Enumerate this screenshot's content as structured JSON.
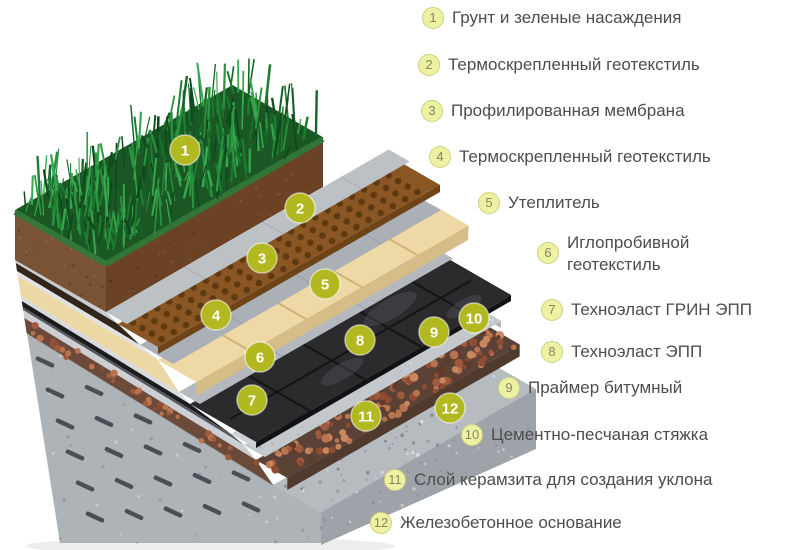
{
  "legend": {
    "items": [
      {
        "number": "1",
        "label": "Грунт и зеленые насаждения"
      },
      {
        "number": "2",
        "label": "Термоскрепленный геотекстиль"
      },
      {
        "number": "3",
        "label": "Профилированная мембрана"
      },
      {
        "number": "4",
        "label": "Термоскрепленный геотекстиль"
      },
      {
        "number": "5",
        "label": "Утеплитель"
      },
      {
        "number": "6",
        "label": "Иглопробивной геотекстиль"
      },
      {
        "number": "7",
        "label": "Техноэласт ГРИН ЭПП"
      },
      {
        "number": "8",
        "label": "Техноэласт ЭПП"
      },
      {
        "number": "9",
        "label": "Праймер битумный"
      },
      {
        "number": "10",
        "label": "Цементно-песчаная стяжка"
      },
      {
        "number": "11",
        "label": "Слой керамзита для создания уклона"
      },
      {
        "number": "12",
        "label": "Железобетонное основание"
      }
    ]
  },
  "diagram": {
    "markers": [
      {
        "number": "1"
      },
      {
        "number": "2"
      },
      {
        "number": "3"
      },
      {
        "number": "4"
      },
      {
        "number": "5"
      },
      {
        "number": "6"
      },
      {
        "number": "7"
      },
      {
        "number": "8"
      },
      {
        "number": "9"
      },
      {
        "number": "10"
      },
      {
        "number": "11"
      },
      {
        "number": "12"
      }
    ]
  },
  "colors": {
    "legend_badge_bg": "#eef0a2",
    "legend_badge_border": "#cdd17e",
    "legend_badge_text": "#85875f",
    "legend_label_text": "#4d4d4d",
    "diagram_marker_bg": "#b2b920",
    "diagram_marker_text": "#ffffff"
  }
}
